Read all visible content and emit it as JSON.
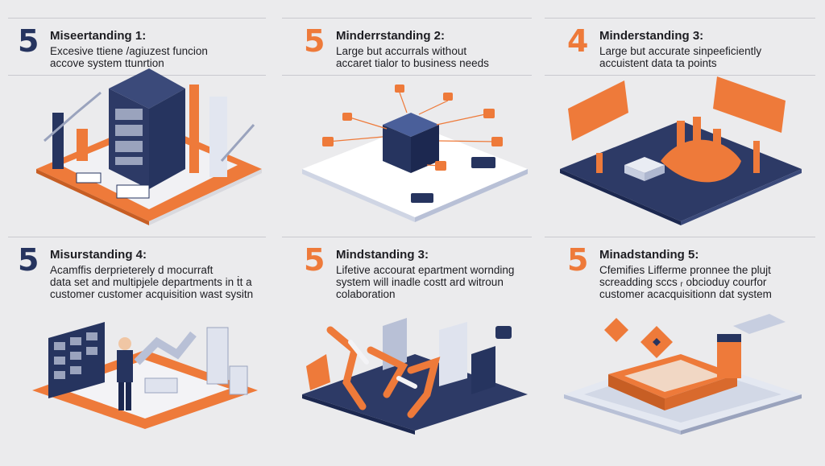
{
  "colors": {
    "navy": "#26345f",
    "orange": "#ee7a3a",
    "background": "#ebebed"
  },
  "panels": [
    {
      "number": "5",
      "title": "Miseertanding 1:",
      "body": "Excesive ttiene /agiuzest funcion\naccove system ttunrtion",
      "number_color": "navy"
    },
    {
      "number": "5",
      "title": "Minderrstanding 2:",
      "body": "Large but accurrals without\naccaret tialor to business needs",
      "number_color": "orange"
    },
    {
      "number": "4",
      "title": "Minderstanding 3:",
      "body": "Large but accurate sinpeeficiently\naccuistent data ta points",
      "number_color": "orange"
    },
    {
      "number": "5",
      "title": "Misurstanding 4:",
      "body": "Acamffis derprieterely d mocurraft\ndata set and multipjele departments in ṫt a\ncustomer customer acquisition wast sysitn",
      "number_color": "navy"
    },
    {
      "number": "5",
      "title": "Mindstanding 3:",
      "body": "Lifetive accourat epartment wornding\nsystem will inadle costt ard witroun\ncolaboration",
      "number_color": "orange"
    },
    {
      "number": "5",
      "title": "Minadstanding 5:",
      "body": "Cfemifies Lifferme pronnee the plujt\nscreadding sccs ᵣ obcioduy courfor\ncustomer acacquisitionn dat system",
      "number_color": "orange"
    }
  ]
}
